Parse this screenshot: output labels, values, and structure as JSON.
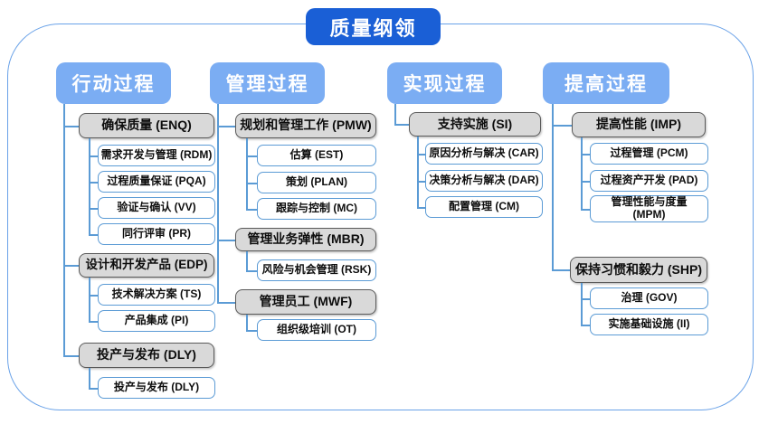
{
  "title": "质量纲领",
  "colors": {
    "title_bg": "#1a5fd6",
    "header_bg": "#7badf3",
    "connector": "#5b9bd5",
    "gray_box_bg": "#d9d9d9",
    "gray_box_border": "#5a5a5a",
    "white_box_border": "#5b9bd5",
    "frame_border": "#6aa2e8"
  },
  "columns": [
    {
      "header": "行动过程",
      "groups": [
        {
          "label": "确保质量 (ENQ)",
          "children": [
            "需求开发与管理 (RDM)",
            "过程质量保证 (PQA)",
            "验证与确认 (VV)",
            "同行评审 (PR)"
          ]
        },
        {
          "label": "设计和开发产品 (EDP)",
          "children": [
            "技术解决方案 (TS)",
            "产品集成 (PI)"
          ]
        },
        {
          "label": "投产与发布 (DLY)",
          "children": [
            "投产与发布 (DLY)"
          ]
        }
      ]
    },
    {
      "header": "管理过程",
      "groups": [
        {
          "label": "规划和管理工作 (PMW)",
          "children": [
            "估算 (EST)",
            "策划 (PLAN)",
            "跟踪与控制 (MC)"
          ]
        },
        {
          "label": "管理业务弹性 (MBR)",
          "children": [
            "风险与机会管理 (RSK)"
          ]
        },
        {
          "label": "管理员工 (MWF)",
          "children": [
            "组织级培训 (OT)"
          ]
        }
      ]
    },
    {
      "header": "实现过程",
      "groups": [
        {
          "label": "支持实施 (SI)",
          "children": [
            "原因分析与解决 (CAR)",
            "决策分析与解决 (DAR)",
            "配置管理 (CM)"
          ]
        }
      ]
    },
    {
      "header": "提高过程",
      "groups": [
        {
          "label": "提高性能 (IMP)",
          "children": [
            "过程管理 (PCM)",
            "过程资产开发 (PAD)",
            "管理性能与度量 (MPM)"
          ]
        },
        {
          "label": "保持习惯和毅力 (SHP)",
          "children": [
            "治理 (GOV)",
            "实施基础设施 (II)"
          ]
        }
      ]
    }
  ]
}
